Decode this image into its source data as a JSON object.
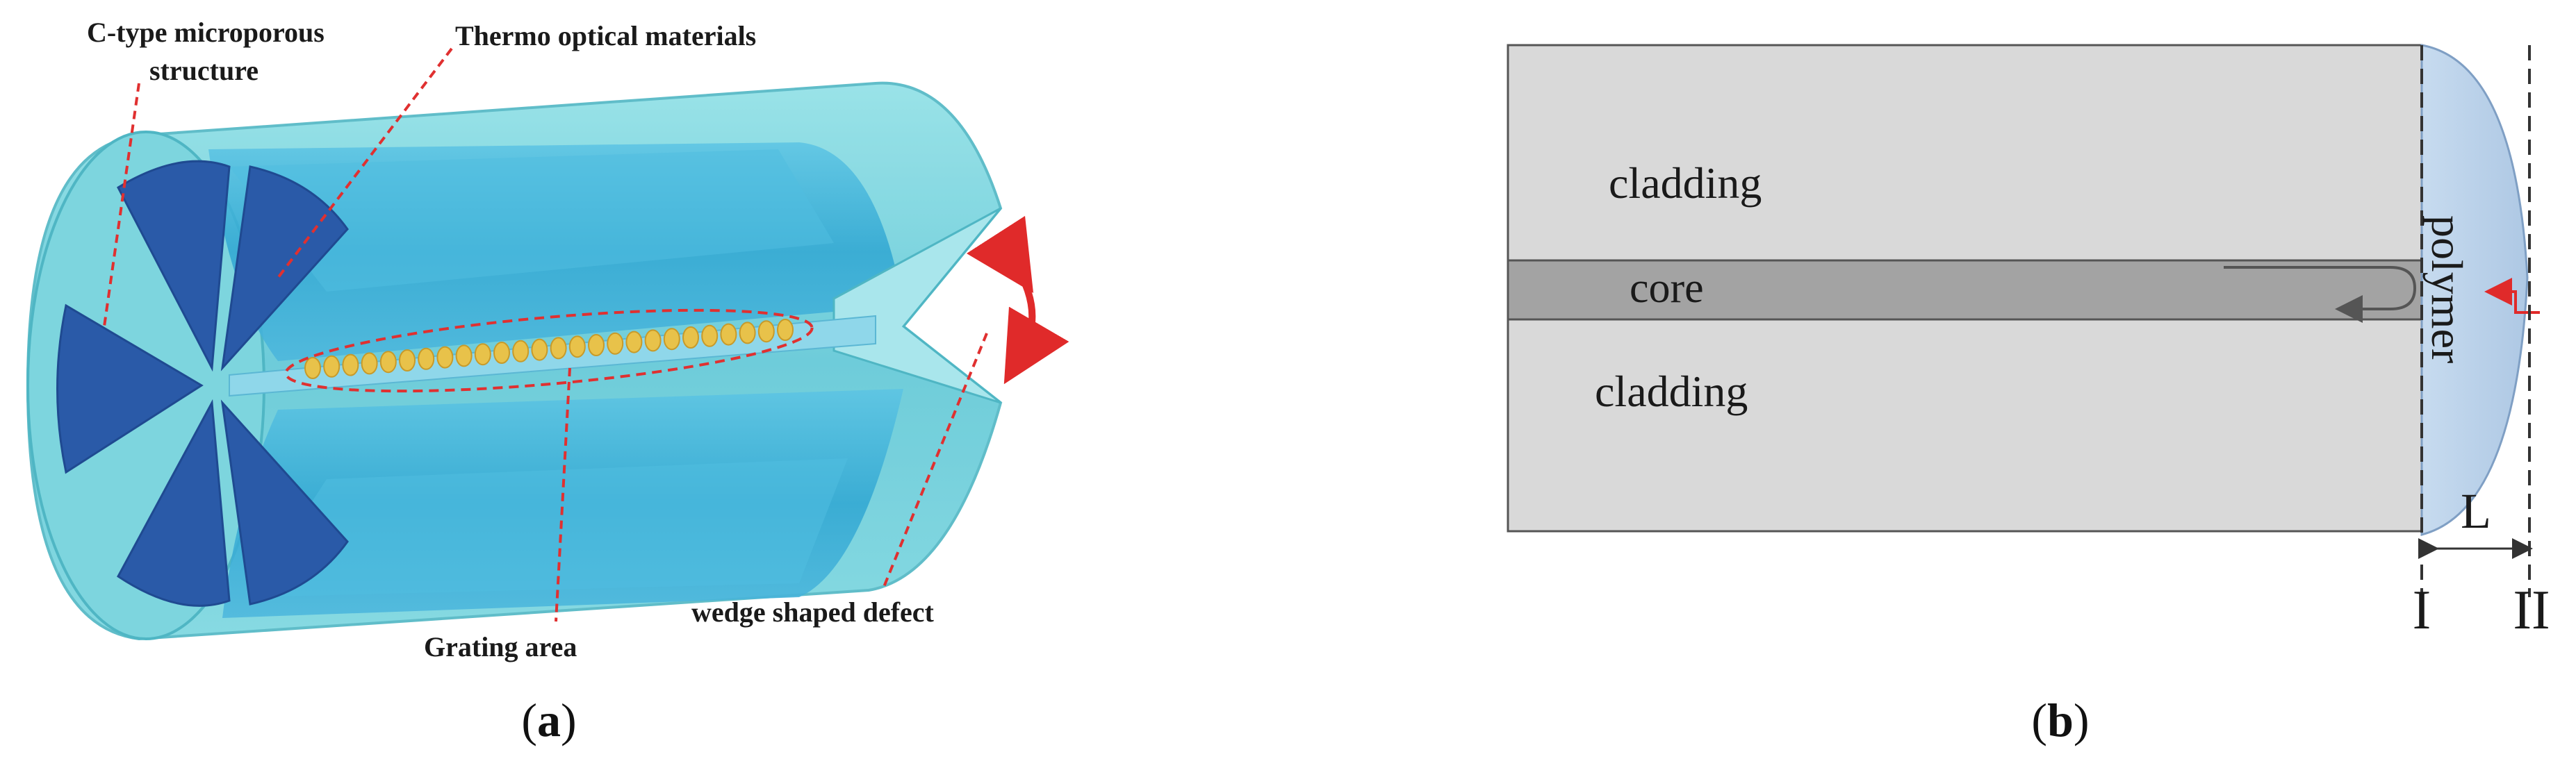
{
  "panel_a": {
    "labels": {
      "c_type_line1": "C-type microporous",
      "c_type_line2": "structure",
      "thermo": "Thermo optical materials",
      "grating": "Grating area",
      "wedge": "wedge shaped defect"
    },
    "caption": {
      "open": "(",
      "letter": "a",
      "close": ")"
    }
  },
  "panel_b": {
    "labels": {
      "cladding_top": "cladding",
      "core": "core",
      "cladding_bottom": "cladding",
      "polymer": "polymer",
      "length": "L",
      "plane_1": "I",
      "plane_2": "II"
    },
    "caption": {
      "open": "(",
      "letter": "b",
      "close": ")"
    }
  },
  "colors": {
    "outer_cladding": "#6fcfda",
    "inner_tube": "#3ab0d8",
    "micropore": "#2a5aa8",
    "grating_bead": "#e8c24a",
    "dashed_red": "#e03030",
    "arrow_red": "#e02a2a",
    "cladding_fill": "#d9d9d9",
    "core_fill": "#a3a3a3",
    "polymer_fill": "#bcd3ea"
  }
}
